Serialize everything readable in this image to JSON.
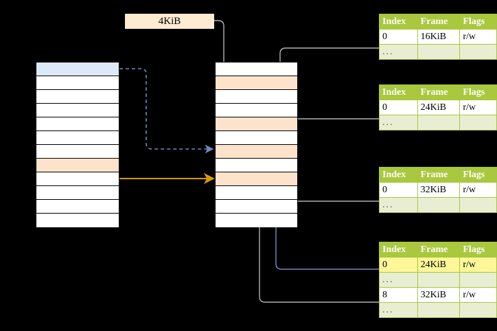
{
  "diagram": {
    "title_label": "4KiB",
    "colors": {
      "table_header_bg": "#a9c83e",
      "table_border": "#a8c63c",
      "ellipsis_row_bg": "#e9eed3",
      "highlight_bg": "#fdf79a",
      "cell_blue": "#dce9f9",
      "cell_peach": "#fde3cc",
      "label_bg": "#fdebd2",
      "arrow_orange": "#d79b00",
      "arrow_blue": "#6c8ebf",
      "arrow_gray": "#b3b3b3",
      "background": "#000000"
    },
    "left_stack": {
      "name": "virtual-address-space",
      "cells": [
        {
          "fill": "blue"
        },
        {
          "fill": "white"
        },
        {
          "fill": "white"
        },
        {
          "fill": "white"
        },
        {
          "fill": "white"
        },
        {
          "fill": "white"
        },
        {
          "fill": "white"
        },
        {
          "fill": "peach"
        },
        {
          "fill": "white"
        },
        {
          "fill": "white"
        },
        {
          "fill": "white"
        },
        {
          "fill": "white"
        }
      ]
    },
    "middle_stack": {
      "name": "physical-memory",
      "cells": [
        {
          "fill": "white"
        },
        {
          "fill": "peach"
        },
        {
          "fill": "white"
        },
        {
          "fill": "white"
        },
        {
          "fill": "peach"
        },
        {
          "fill": "white"
        },
        {
          "fill": "peach"
        },
        {
          "fill": "white"
        },
        {
          "fill": "peach"
        },
        {
          "fill": "white"
        },
        {
          "fill": "white"
        },
        {
          "fill": "white"
        }
      ]
    },
    "tables": [
      {
        "name": "page-table-level-1",
        "headers": [
          "Index",
          "Frame",
          "Flags"
        ],
        "rows": [
          {
            "cells": [
              "0",
              "16KiB",
              "r/w"
            ],
            "ellipsis": false,
            "highlight": false
          },
          {
            "cells": [
              "...",
              "",
              ""
            ],
            "ellipsis": true,
            "highlight": false
          }
        ]
      },
      {
        "name": "page-table-level-2",
        "headers": [
          "Index",
          "Frame",
          "Flags"
        ],
        "rows": [
          {
            "cells": [
              "0",
              "24KiB",
              "r/w"
            ],
            "ellipsis": false,
            "highlight": false
          },
          {
            "cells": [
              "...",
              "",
              ""
            ],
            "ellipsis": true,
            "highlight": false
          }
        ]
      },
      {
        "name": "page-table-level-3",
        "headers": [
          "Index",
          "Frame",
          "Flags"
        ],
        "rows": [
          {
            "cells": [
              "0",
              "32KiB",
              "r/w"
            ],
            "ellipsis": false,
            "highlight": false
          },
          {
            "cells": [
              "...",
              "",
              ""
            ],
            "ellipsis": true,
            "highlight": false
          }
        ]
      },
      {
        "name": "page-table-level-4",
        "headers": [
          "Index",
          "Frame",
          "Flags"
        ],
        "rows": [
          {
            "cells": [
              "0",
              "24KiB",
              "r/w"
            ],
            "ellipsis": false,
            "highlight": true
          },
          {
            "cells": [
              "...",
              "",
              ""
            ],
            "ellipsis": true,
            "highlight": false
          },
          {
            "cells": [
              "8",
              "32KiB",
              "r/w"
            ],
            "ellipsis": false,
            "highlight": false
          },
          {
            "cells": [
              "...",
              "",
              ""
            ],
            "ellipsis": true,
            "highlight": false
          }
        ]
      }
    ]
  }
}
